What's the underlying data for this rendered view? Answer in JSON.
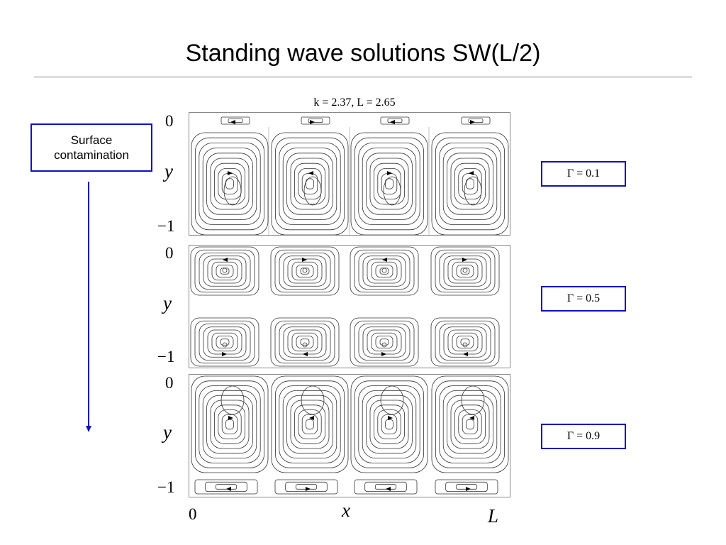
{
  "slide": {
    "title": "Standing wave solutions SW(L/2)"
  },
  "figure": {
    "label": "k = 2.37, L = 2.65",
    "x_label": "x",
    "y_label": "y",
    "x_ticks": [
      "0",
      "L"
    ],
    "y_ticks": [
      "0",
      "−1"
    ],
    "panels": [
      {
        "gamma": "Γ = 0.1",
        "flow": "surface-contaminated (bottom-anchored cells, thin surface eddies)"
      },
      {
        "gamma": "Γ = 0.5",
        "flow": "two rows of cells"
      },
      {
        "gamma": "Γ = 0.9",
        "flow": "top-anchored cells, thin bottom eddies"
      }
    ],
    "gamma_labels": [
      "Γ = 0.1",
      "Γ = 0.5",
      "Γ = 0.9"
    ]
  },
  "annotation": {
    "surface_line1": "Surface",
    "surface_line2": "contamination"
  },
  "colors": {
    "accent_blue": "#1010c8",
    "streamline": "#333333"
  }
}
